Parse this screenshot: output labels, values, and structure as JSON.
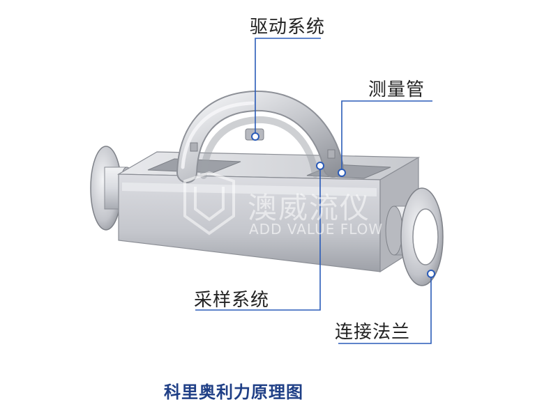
{
  "labels": {
    "drive": "驱动系统",
    "tube": "测量管",
    "sampling": "采样系统",
    "flange": "连接法兰"
  },
  "watermark": {
    "cn": "澳威流仪",
    "en": "ADD VALUE FLOW"
  },
  "caption": "科里奥利力原理图",
  "colors": {
    "leader": "#2a5bb8",
    "caption": "#1f3f86",
    "metal": "#c9cbd0"
  }
}
